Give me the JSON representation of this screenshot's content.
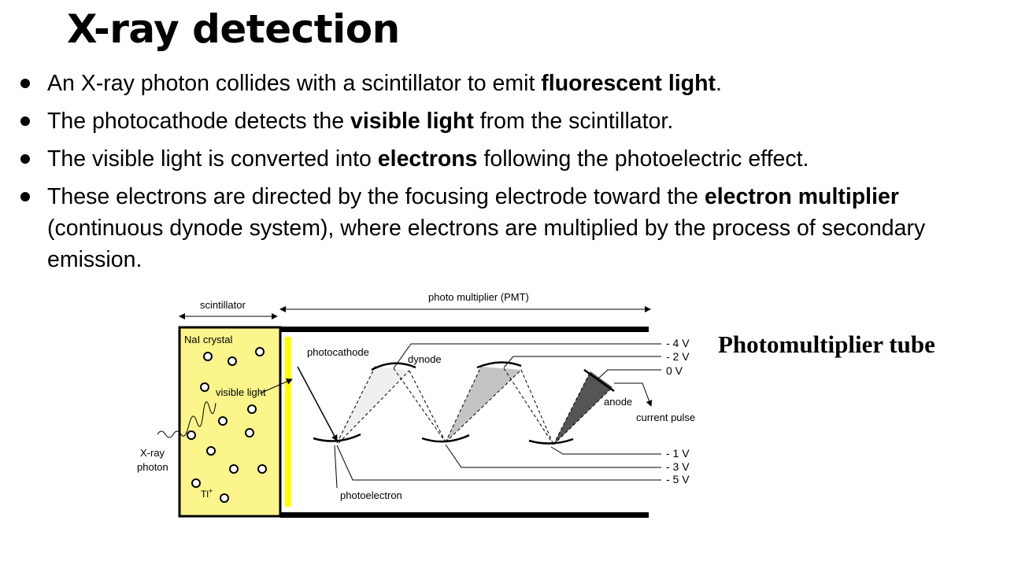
{
  "title": "X-ray detection",
  "bullets": [
    {
      "pre": "An X-ray photon collides with a scintillator to emit ",
      "bold": "fluorescent light",
      "post": "."
    },
    {
      "pre": "The photocathode detects the ",
      "bold": "visible light",
      "post": " from the scintillator."
    },
    {
      "pre": "The visible light is converted into ",
      "bold": "electrons",
      "post": " following the photoelectric effect."
    },
    {
      "pre": "These electrons are directed by the focusing electrode toward the ",
      "bold": "electron multiplier",
      "post": " (continuous dynode system), where electrons are multiplied by the process of secondary emission."
    }
  ],
  "caption": "Photomultiplier tube",
  "diagram": {
    "scintillator_label": "scintillator",
    "pmt_label": "photo multiplier (PMT)",
    "crystal_label": "NaI crystal",
    "visible_light_label": "visible light",
    "xray_label_1": "X-ray",
    "xray_label_2": "photon",
    "tl_label": "Tl",
    "tl_sup": "+",
    "photocathode_label": "photocathode",
    "dynode_label": "dynode",
    "anode_label": "anode",
    "current_pulse_label": "current pulse",
    "photoelectron_label": "photoelectron",
    "voltages_top": [
      "- 4 V",
      "- 2 V",
      "0 V"
    ],
    "voltages_bottom": [
      "- 1 V",
      "- 3 V",
      "- 5 V"
    ],
    "colors": {
      "crystal": "#fbf58c",
      "photocathode": "#ffff00"
    }
  }
}
